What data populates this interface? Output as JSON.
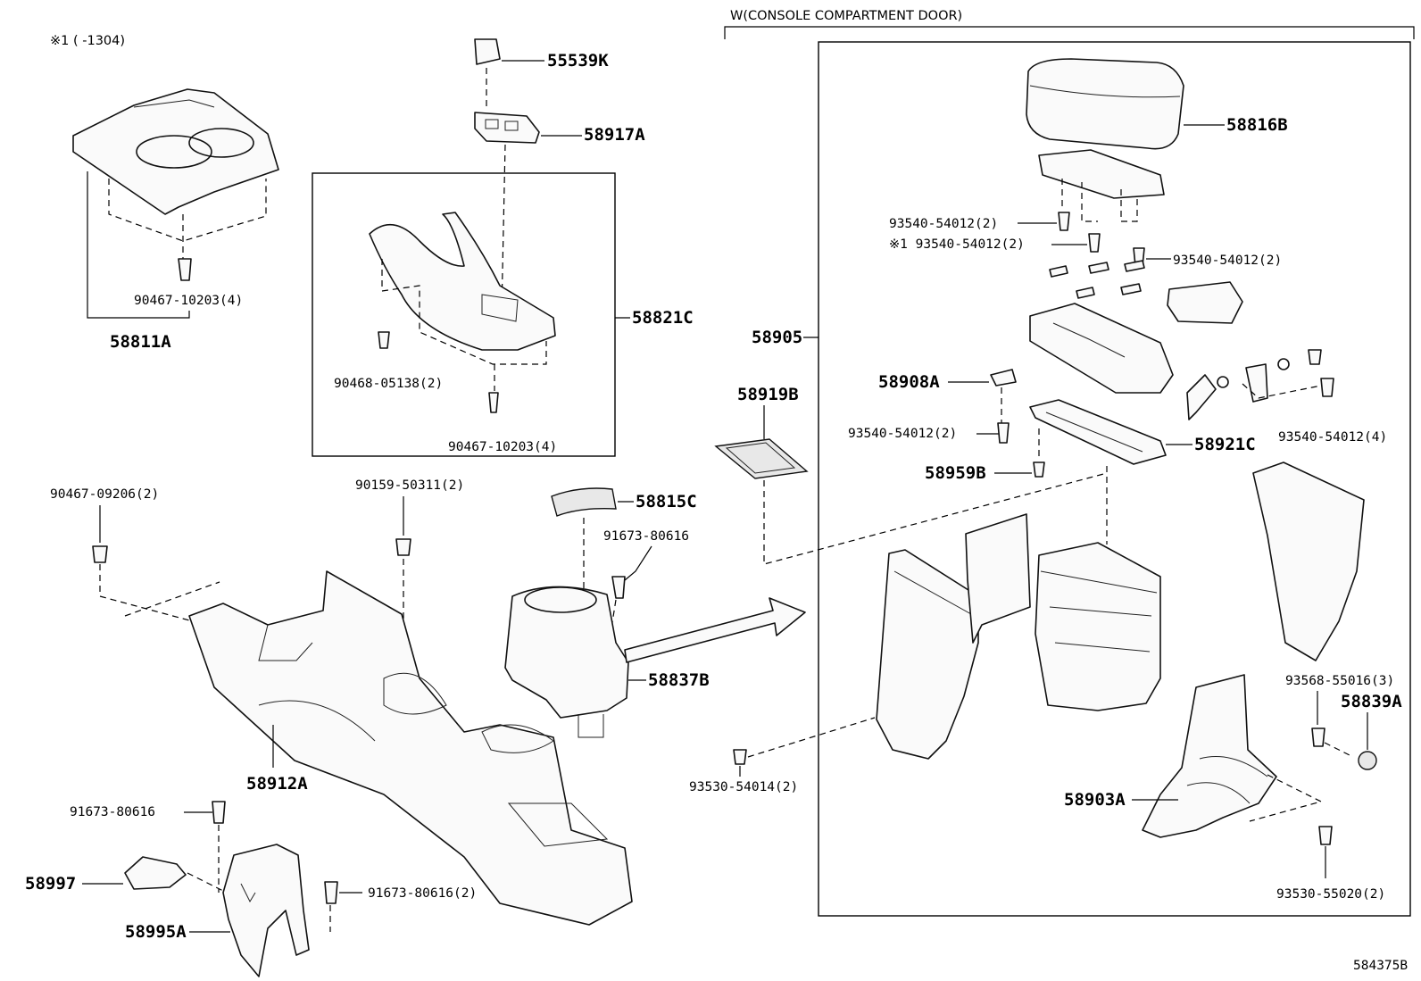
{
  "header": {
    "section_note": "W(CONSOLE COMPARTMENT DOOR)",
    "period_note": "※1 (      -1304)"
  },
  "figure_id": "584375B",
  "parts": {
    "p55539K": "55539K",
    "p58917A": "58917A",
    "p58821C": "58821C",
    "p58811A": "58811A",
    "p58905": "58905",
    "p58816B": "58816B",
    "p58908A": "58908A",
    "p58919B": "58919B",
    "p58921C": "58921C",
    "p58959B": "58959B",
    "p58815C": "58815C",
    "p58837B": "58837B",
    "p58912A": "58912A",
    "p58997": "58997",
    "p58995A": "58995A",
    "p58839A": "58839A",
    "p58903A": "58903A"
  },
  "fasteners": {
    "f_90467_10203_a": "90467-10203(4)",
    "f_90468_05138": "90468-05138(2)",
    "f_90467_10203_b": "90467-10203(4)",
    "f_90467_09206": "90467-09206(2)",
    "f_90159_50311": "90159-50311(2)",
    "f_91673_80616_a": "91673-80616",
    "f_91673_80616_b": "91673-80616",
    "f_91673_80616_c": "91673-80616(2)",
    "f_93540_54012_a": "93540-54012(2)",
    "f_93540_54012_b": "※1 93540-54012(2)",
    "f_93540_54012_c": "93540-54012(2)",
    "f_93540_54012_d": "93540-54012(2)",
    "f_93540_54012_e": "93540-54012(4)",
    "f_93530_54014": "93530-54014(2)",
    "f_93568_55016": "93568-55016(3)",
    "f_93530_55020": "93530-55020(2)"
  }
}
